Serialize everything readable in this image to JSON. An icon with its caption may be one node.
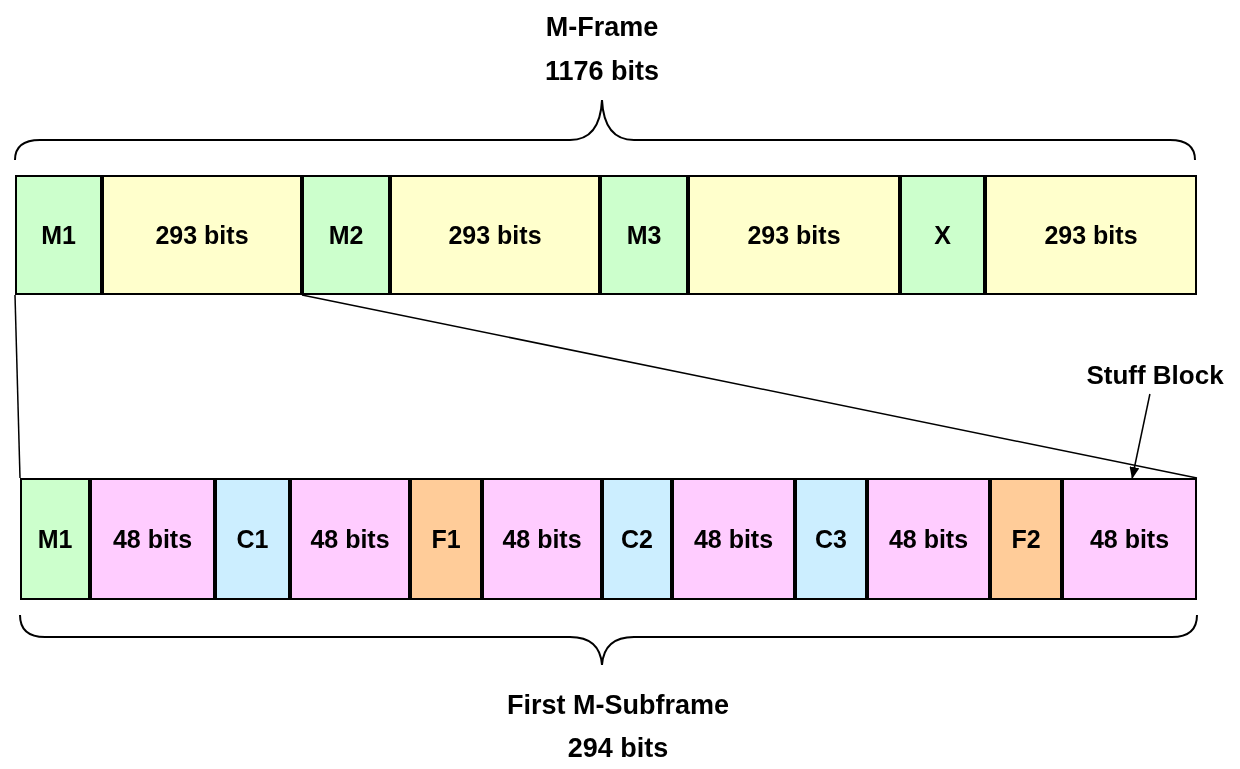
{
  "diagram": {
    "nodes": [
      {
        "text": [
          "M1"
        ]
      },
      {
        "text": [
          "293 bits"
        ]
      },
      {
        "text": [
          "M2"
        ]
      },
      {
        "text": [
          "293 bits"
        ]
      },
      {
        "text": [
          "M3"
        ]
      },
      {
        "text": [
          "293 bits"
        ]
      },
      {
        "text": [
          "X"
        ]
      },
      {
        "text": [
          "293 bits"
        ]
      },
      {
        "text": [
          "M1"
        ]
      },
      {
        "text": [
          "48 bits"
        ]
      },
      {
        "text": [
          "C1"
        ]
      },
      {
        "text": [
          "48 bits"
        ]
      },
      {
        "text": [
          "F1"
        ]
      },
      {
        "text": [
          "48 bits"
        ]
      },
      {
        "text": [
          "C2"
        ]
      },
      {
        "text": [
          "48 bits"
        ]
      },
      {
        "text": [
          "C3"
        ]
      },
      {
        "text": [
          "48 bits"
        ]
      },
      {
        "text": [
          "F2"
        ]
      },
      {
        "text": [
          "48 bits"
        ]
      },
      {
        "text": [
          "Stuff Block"
        ]
      }
    ],
    "edges": [
      {
        "from": 0,
        "to": 8,
        "arrow": "none"
      },
      {
        "from": 1,
        "to": 19,
        "arrow": "none"
      },
      {
        "from": 20,
        "to": 19,
        "arrow": "to"
      }
    ],
    "labels": [
      "M-Frame",
      "1176 bits",
      "First M-Subframe",
      "294 bits"
    ]
  }
}
